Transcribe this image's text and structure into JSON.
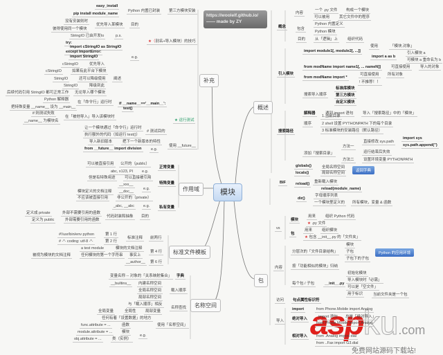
{
  "title": {
    "line1": "https://woolelf.github.io/",
    "line2": "—— made by ZY"
  },
  "center": "模块",
  "branches": {
    "supplement": {
      "label": "补充",
      "items": [
        "easy_install",
        "pip install module_name",
        "Python 内置已封装",
        "第三方模块安装",
        "没有安装则时",
        "优先导入某模块",
        "目的",
        "彼得使用同一个模块",
        "StringIO 已由开发Io",
        "p.s.",
        "★（别名+导入模块）的技巧",
        "try:",
        "import cStringIO as StringIO",
        "except ImportError:",
        "import StringIO",
        "e.g.",
        "cStringIO",
        "优先导入",
        "cStringIO",
        "如果有此平台下模块",
        "StringIO",
        "还可以降级使用",
        "阐述",
        "StringIO",
        "降级到此",
        "后续代码引用 StringIO 都可正常工作",
        "无论导入哪个模块",
        "Python 解释器",
        "在「命令行」运行时",
        "if __name__=='__main__':",
        "test()",
        "把特殊变量 __name__ 设为 __main__",
        "if 则测试失败",
        "在「被他导入」导入该模块时",
        "__name__ 为模块名",
        "★ 运行测试",
        "让一个模块通过「命令行」运行时",
        "# 测试目的",
        "执行额外的代码（如运行 test()）",
        "导入新旧版本",
        "把下一个新版本的特性",
        "from __future__ import division",
        "e.g.",
        "使用 __future__"
      ]
    },
    "scope": {
      "label": "作用域",
      "items": [
        "可以被直接引用",
        "公开的（public）",
        "正常变量",
        "abc, x123, PI",
        "e.g.",
        "但是有特殊用途",
        "可以直接被引用",
        "特殊变量",
        "__xxx__",
        "e.g.",
        "模块定义的文档注释",
        "__doc__",
        "不应该被直接引用",
        "非公开的（private）",
        "_abc, __abc",
        "e.g.",
        "私有变量",
        "定义成 private",
        "外部不需要引用的函数",
        "代码封装和抽象",
        "目的",
        "定义为 public",
        "外部需要引用的函数"
      ]
    },
    "template": {
      "label": "标准文件模板",
      "items": [
        "#!/usr/bin/env python",
        "第 1 行",
        "标准注释",
        "前两行",
        "# -*- coding: utf-8 -*-",
        "第 2 行",
        "a test module",
        "模块的文档注释",
        "第 4 行",
        "被视为模块的文档注释",
        "任何模块的第一个字符串",
        "事实上",
        "__author__",
        "第 6 行"
      ]
    },
    "namespace": {
      "label": "名称空间",
      "items": [
        "变量名称 -- 对象的「关系映射集合」",
        "字典",
        "__builtins__",
        "内建名称空间",
        "全局名称空间",
        "载入顺序",
        "局部名称空间",
        "与「载入顺序」相反",
        "名称查找",
        "全局变量",
        "全局性",
        "局部变量",
        "任何有着「设置数据」的地方",
        "func.attribute = ...",
        "函数",
        "使用「名称空间」",
        "module.attribute = ...",
        "模块",
        "e.g.",
        "obj.attribute = ...",
        "类（实例）"
      ]
    },
    "overview": {
      "label": "概述",
      "items": [
        "概念",
        "内容",
        "一个 .py 文件",
        "构成一个模块",
        "可以被用",
        "其它文件中的程序",
        "包含",
        "Python 内置定义",
        "Python 模块",
        "目的",
        "从「逻辑」上",
        "组织代码",
        "引入模块",
        "import module1[, module2[, ...]]",
        "使用",
        "「模块.对象」",
        "import a as b",
        "引入模块 a",
        "可模块 a 重命名为 b",
        "from modName import name1[, ... nameN]]",
        "可直接使用",
        "导入的对象",
        "from modName import *",
        "可直接使用",
        "所有对象",
        "! 不推荐！！",
        "搜索导入顺序",
        "标准库模块",
        "第三方模块",
        "自定义模块",
        "搜索路径",
        "解释器",
        "遇到 import 语句",
        "导入「搜索路径」中的「模块」",
        "顺序",
        "1 当前目录",
        "2 shell 设置 PYTHONPATH 下的每个目录",
        "3 标准模块的安装路径（默认路径）",
        "添加「搜索目录」",
        "方法一",
        "直接修改 sys.path",
        "import sys",
        "sys.path.append('')",
        "运行结束后失效",
        "方法二",
        "设置环境变量 PYTHONPATH",
        "BIF",
        "globals()",
        "全局名称空间",
        "locals()",
        "局部名称空间",
        "reload()",
        "重新载入模块",
        "reload(module_name)",
        "dir()",
        "字母顺序列表",
        "一个模块里定义的",
        "所有模块，变量 & 函数"
      ]
    },
    "package": {
      "label": "包",
      "items": [
        "vs",
        "模块",
        "用来",
        "组织 Python 代码",
        "★ .py 文件",
        "包",
        "用来",
        "组织模块",
        "★ 包含 __init__.py 的「文件夹」",
        "内容",
        "分层次的「文件目录结构」",
        "模块",
        "子包",
        "子包下的子包",
        "按「功能相似的模块」归纳",
        "每个包 / 子包",
        "__init__.py",
        "初始化模块",
        "导入模块时「必需」",
        "可以是「空文件」",
        "用于标识",
        "当前文件夹是一个包",
        "访问",
        "句点属性标识符",
        "导入",
        "import",
        "from Phone.Mobile import Analog",
        "绝对导入",
        "import 语句",
        "总是「绝对导入」",
        "from Phone.Mobile import Analog",
        "相对导入",
        "from .Analog import dial",
        "from ..Fax import G3.dial"
      ]
    }
  },
  "buttons": {
    "return_dict": "返回字典",
    "python_env": "Python 的应用环境"
  },
  "watermark": {
    "asp": "asp",
    "ku": "ku",
    ".com": ".com",
    "tagline": "免费网站源码下载站!"
  }
}
